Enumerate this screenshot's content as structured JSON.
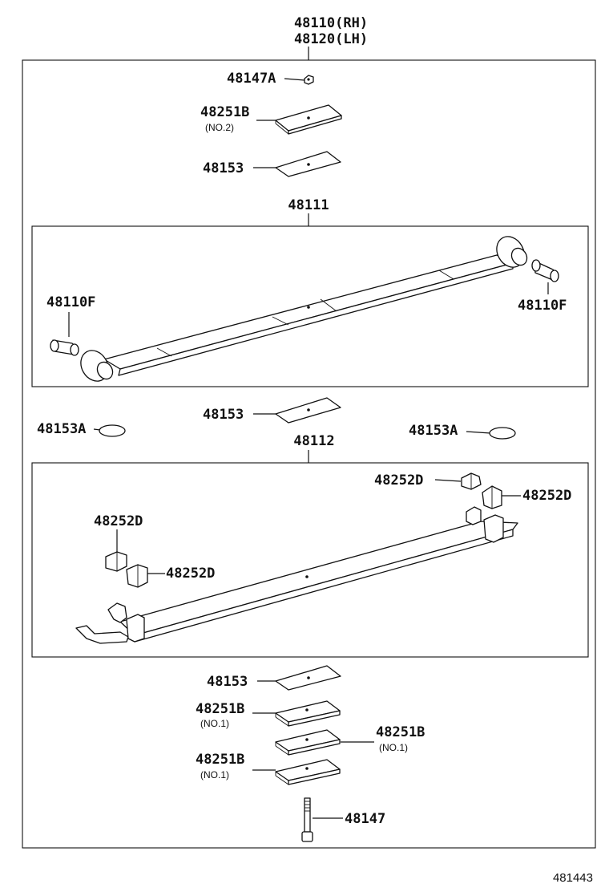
{
  "assembly": {
    "label_rh": "48110(RH)",
    "label_lh": "48120(LH)"
  },
  "labels": {
    "u_bolt_nut": "48147A",
    "top_plate": "48251B",
    "top_plate_note": "(NO.2)",
    "top_seat": "48153",
    "main_leaf": "48111",
    "bushing_left": "48110F",
    "bushing_right": "48110F",
    "center_seat": "48153",
    "insulator_left": "48153A",
    "insulator_right": "48153A",
    "second_leaf": "48112",
    "clip_top_right_a": "48252D",
    "clip_top_right_b": "48252D",
    "clip_left_a": "48252D",
    "clip_left_b": "48252D",
    "lower_seat": "48153",
    "lower_plate_1": "48251B",
    "lower_plate_1_note": "(NO.1)",
    "lower_plate_2": "48251B",
    "lower_plate_2_note": "(NO.1)",
    "lower_plate_3": "48251B",
    "lower_plate_3_note": "(NO.1)",
    "center_bolt": "48147"
  },
  "figure_number": "481443"
}
